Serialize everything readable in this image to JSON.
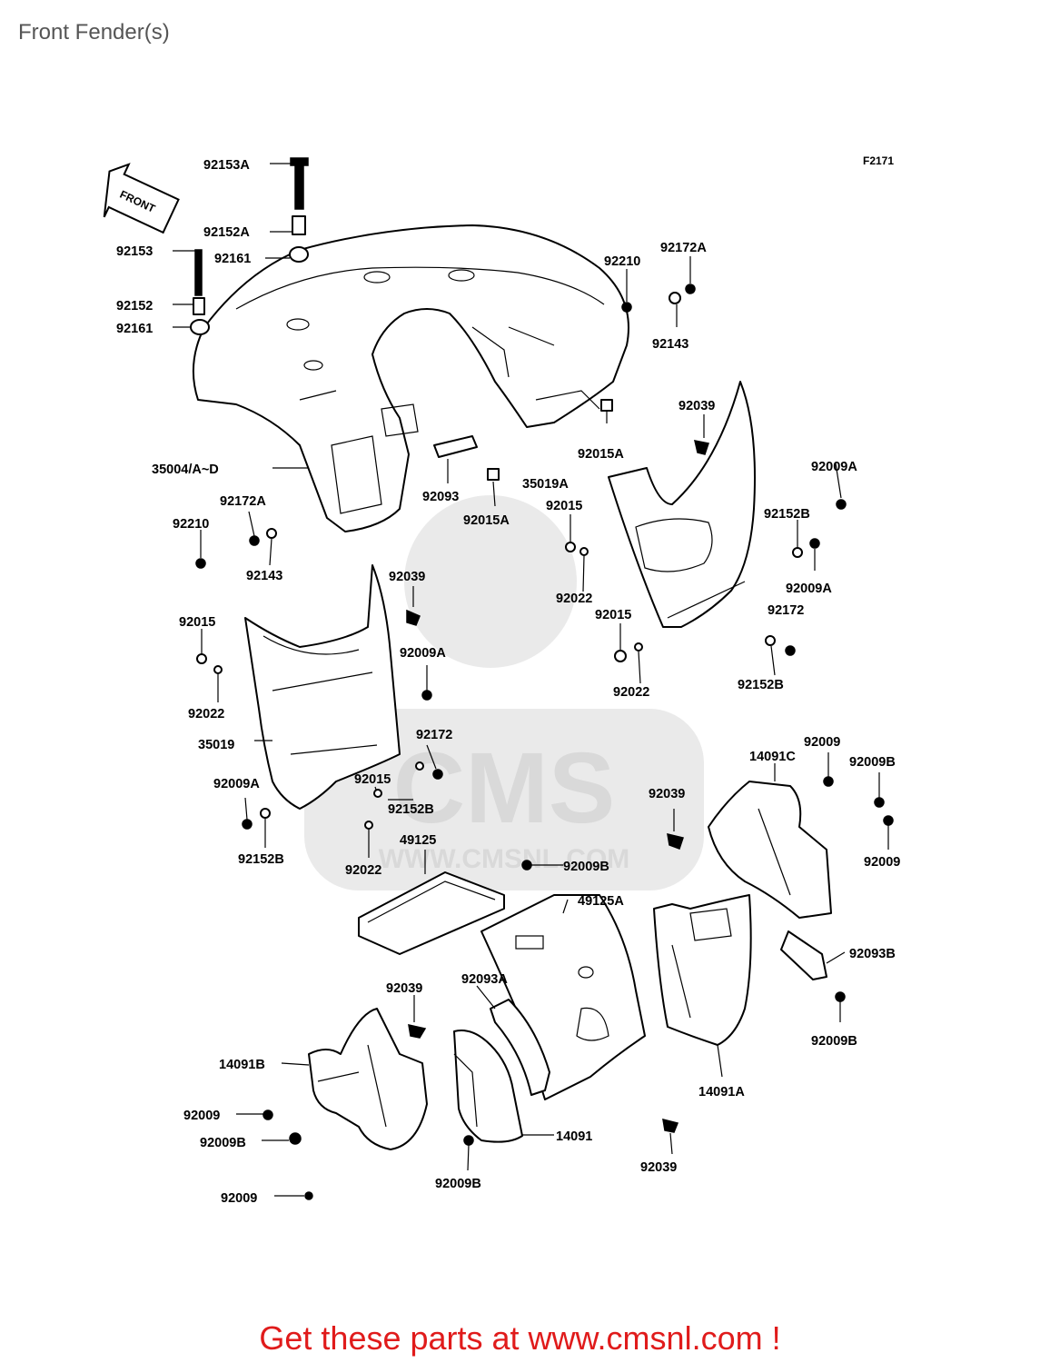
{
  "title": "Front Fender(s)",
  "figure_code": "F2171",
  "front_arrow_text": "FRONT",
  "watermark": {
    "brand": "CMS",
    "url": "WWW.CMSNL.COM"
  },
  "footer": "Get these parts at www.cmsnl.com !",
  "colors": {
    "footer": "#e01b1b",
    "title": "#555555",
    "watermark": "#d9d9d9",
    "line": "#000000"
  },
  "callouts": [
    {
      "id": "c01",
      "text": "92153A"
    },
    {
      "id": "c02",
      "text": "92152A"
    },
    {
      "id": "c03",
      "text": "92153"
    },
    {
      "id": "c04",
      "text": "92161"
    },
    {
      "id": "c05",
      "text": "92152"
    },
    {
      "id": "c06",
      "text": "92161"
    },
    {
      "id": "c07",
      "text": "92210"
    },
    {
      "id": "c08",
      "text": "92172A"
    },
    {
      "id": "c09",
      "text": "92143"
    },
    {
      "id": "c10",
      "text": "92039"
    },
    {
      "id": "c11",
      "text": "92015A"
    },
    {
      "id": "c12",
      "text": "92009A"
    },
    {
      "id": "c13",
      "text": "35004/A~D"
    },
    {
      "id": "c14",
      "text": "35019A"
    },
    {
      "id": "c15",
      "text": "92093"
    },
    {
      "id": "c16",
      "text": "92015A"
    },
    {
      "id": "c17",
      "text": "92015"
    },
    {
      "id": "c18",
      "text": "92172A"
    },
    {
      "id": "c19",
      "text": "92152B"
    },
    {
      "id": "c20",
      "text": "92210"
    },
    {
      "id": "c21",
      "text": "92143"
    },
    {
      "id": "c22",
      "text": "92009A"
    },
    {
      "id": "c23",
      "text": "92039"
    },
    {
      "id": "c24",
      "text": "92022"
    },
    {
      "id": "c25",
      "text": "92172"
    },
    {
      "id": "c26",
      "text": "92015"
    },
    {
      "id": "c27",
      "text": "92015"
    },
    {
      "id": "c28",
      "text": "92009A"
    },
    {
      "id": "c29",
      "text": "92152B"
    },
    {
      "id": "c30",
      "text": "92022"
    },
    {
      "id": "c31",
      "text": "92022"
    },
    {
      "id": "c32",
      "text": "92172"
    },
    {
      "id": "c33",
      "text": "35019"
    },
    {
      "id": "c34",
      "text": "92009"
    },
    {
      "id": "c35",
      "text": "92015"
    },
    {
      "id": "c36",
      "text": "14091C"
    },
    {
      "id": "c37",
      "text": "92009B"
    },
    {
      "id": "c38",
      "text": "92009A"
    },
    {
      "id": "c39",
      "text": "92152B"
    },
    {
      "id": "c40",
      "text": "92039"
    },
    {
      "id": "c41",
      "text": "92152B"
    },
    {
      "id": "c42",
      "text": "92022"
    },
    {
      "id": "c43",
      "text": "92009"
    },
    {
      "id": "c44",
      "text": "49125"
    },
    {
      "id": "c45",
      "text": "92009B"
    },
    {
      "id": "c46",
      "text": "49125A"
    },
    {
      "id": "c47",
      "text": "92093B"
    },
    {
      "id": "c48",
      "text": "92039"
    },
    {
      "id": "c49",
      "text": "92093A"
    },
    {
      "id": "c50",
      "text": "92009B"
    },
    {
      "id": "c51",
      "text": "14091B"
    },
    {
      "id": "c52",
      "text": "14091A"
    },
    {
      "id": "c53",
      "text": "92009"
    },
    {
      "id": "c54",
      "text": "92009B"
    },
    {
      "id": "c55",
      "text": "14091"
    },
    {
      "id": "c56",
      "text": "92039"
    },
    {
      "id": "c57",
      "text": "92009"
    },
    {
      "id": "c58",
      "text": "92009B"
    }
  ]
}
